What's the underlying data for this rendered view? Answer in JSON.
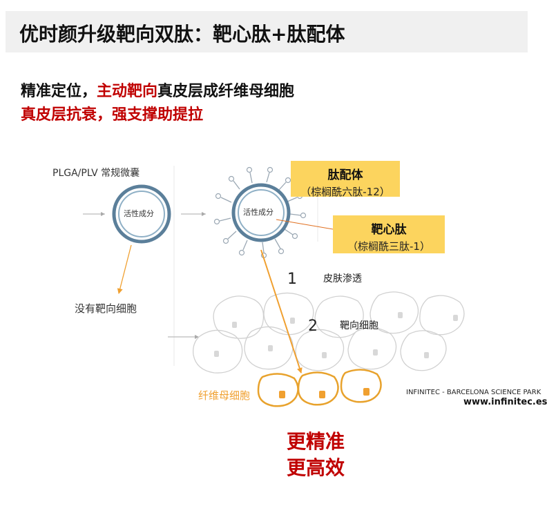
{
  "title": "优时颜升级靶向双肽：靶心肽+肽配体",
  "intro": {
    "line1_part1": "精准定位，",
    "line1_highlight": "主动靶向",
    "line1_part2": "真皮层成纤维母细胞",
    "line2": "真皮层抗衰，强支撑助提拉"
  },
  "diagram": {
    "conventional_label": "PLGA/PLV 常规微囊",
    "active_ingredient": "活性成分",
    "no_target_label": "没有靶向细胞",
    "ligand_title": "肽配体",
    "ligand_sub": "（棕榈酰六肽-12）",
    "target_peptide_title": "靶心肽",
    "target_peptide_sub": "（棕榈酰三肽-1）",
    "step1_num": "1",
    "step1_label": "皮肤渗透",
    "step2_num": "2",
    "step2_label": "靶向细胞",
    "fibroblast_label": "纤维母细胞",
    "credit": "INFINITEC - BARCELONA SCIENCE PARK",
    "credit_url": "www.infinitec.es"
  },
  "conclusion": {
    "line1": "更精准",
    "line2": "更高效"
  },
  "colors": {
    "accent_red": "#c00000",
    "callout_yellow": "#fcd45e",
    "arrow_orange": "#f0a030",
    "capsule_blue": "#5b7f9a",
    "title_bar_gray": "#f0f0f0"
  }
}
